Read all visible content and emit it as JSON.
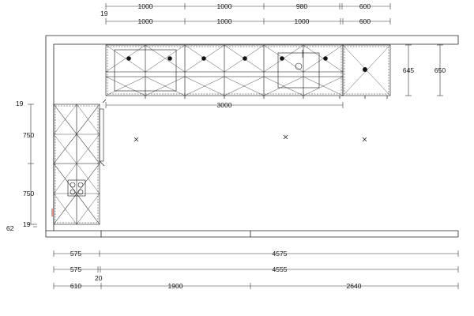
{
  "top_dimensions": {
    "row1": [
      "1000",
      "1000",
      "980",
      "600"
    ],
    "row2": [
      "1000",
      "1000",
      "1000",
      "600"
    ],
    "offset": "19"
  },
  "inner_dimension": "3000",
  "right_heights": [
    "645",
    "650"
  ],
  "left_dimensions": {
    "top_offset": "19",
    "upper": "750",
    "lower": "750",
    "bottom_offset": "19",
    "base": "62"
  },
  "bottom_dimensions": {
    "row1": [
      "575",
      "4575"
    ],
    "row2": [
      "575",
      "4555"
    ],
    "row3": [
      "610",
      "1900",
      "2640"
    ],
    "gap": "20"
  }
}
